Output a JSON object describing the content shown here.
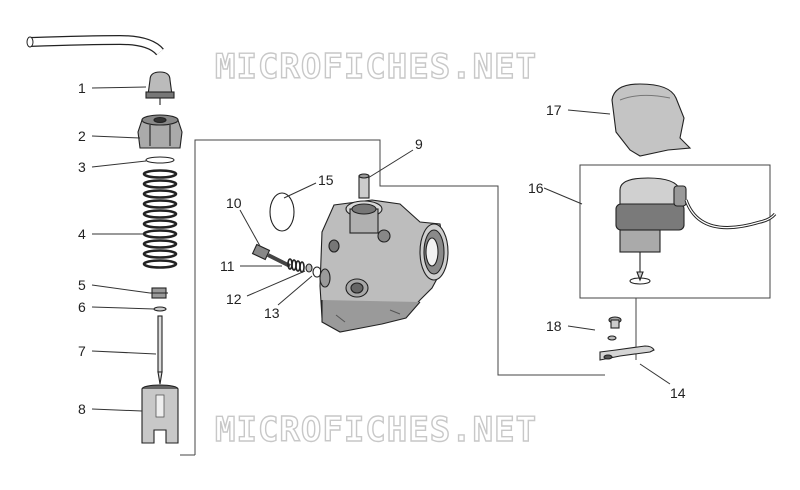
{
  "watermark": {
    "top": "MICROFICHES.NET",
    "bottom": "MICROFICHES.NET"
  },
  "callouts": [
    "1",
    "2",
    "3",
    "4",
    "5",
    "6",
    "7",
    "8",
    "9",
    "10",
    "11",
    "12",
    "13",
    "14",
    "15",
    "16",
    "17",
    "18"
  ]
}
